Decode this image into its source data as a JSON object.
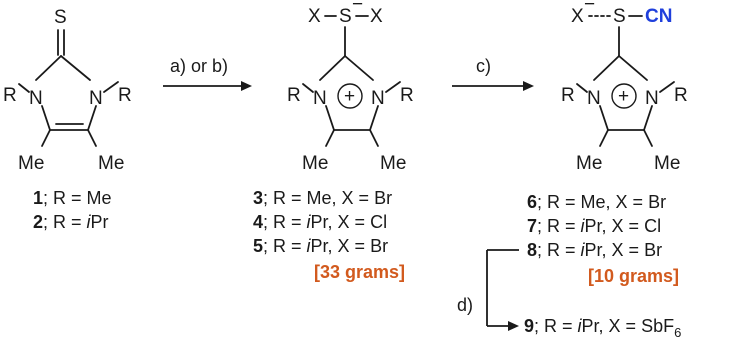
{
  "arrows": {
    "a_or_b": "a) or b)",
    "c": "c)",
    "d": "d)"
  },
  "structure_labels": {
    "S": "S",
    "R": "R",
    "N": "N",
    "Me": "Me",
    "X": "X",
    "S_minus": "S",
    "minus": "−",
    "plus": "+",
    "X_minus": "X",
    "CN": "CN"
  },
  "compounds": [
    {
      "number": "1",
      "r_prefix": "; R = ",
      "r_value": "Me",
      "x_part": ""
    },
    {
      "number": "2",
      "r_prefix": "; R = ",
      "r_value_italic": "i",
      "r_value": "Pr",
      "x_part": ""
    },
    {
      "number": "3",
      "r_prefix": "; R = ",
      "r_value": "Me",
      "x_part": ", X = Br"
    },
    {
      "number": "4",
      "r_prefix": "; R = ",
      "r_value_italic": "i",
      "r_value": "Pr",
      "x_part": ", X = Cl"
    },
    {
      "number": "5",
      "r_prefix": "; R = ",
      "r_value_italic": "i",
      "r_value": "Pr",
      "x_part": ", X = Br"
    },
    {
      "number": "6",
      "r_prefix": "; R = ",
      "r_value": "Me",
      "x_part": ", X = Br"
    },
    {
      "number": "7",
      "r_prefix": "; R = ",
      "r_value_italic": "i",
      "r_value": "Pr",
      "x_part": ", X = Cl"
    },
    {
      "number": "8",
      "r_prefix": "; R = ",
      "r_value_italic": "i",
      "r_value": "Pr",
      "x_part": ", X = Br"
    },
    {
      "number": "9",
      "r_prefix": "; R = ",
      "r_value_italic": "i",
      "r_value": "Pr",
      "x_part": ", X = SbF",
      "x_sub": "6"
    }
  ],
  "scales": {
    "scale_3_5": "[33 grams]",
    "scale_6_8": "[10 grams]"
  },
  "colors": {
    "accent": "#d25a1e",
    "cn": "#1f3fdc",
    "ink": "#1a1a1a"
  }
}
